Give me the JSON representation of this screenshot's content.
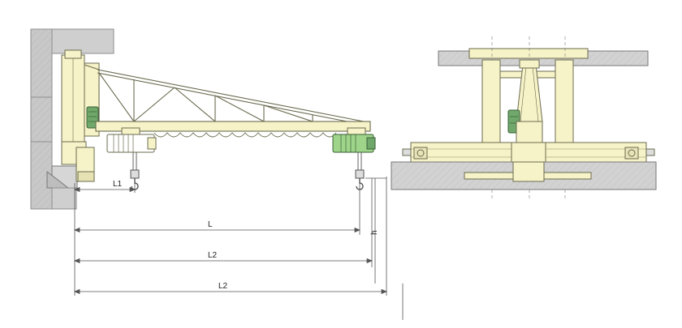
{
  "dimensions": {
    "L1": "L1",
    "L": "L",
    "L2_upper": "L2",
    "L2_lower": "L2",
    "h": "h"
  },
  "colors": {
    "structure": "#f7f3c8",
    "structure_stroke": "#6b6b50",
    "hoist_green": "#9fd58a",
    "motor_green": "#6fa86a",
    "wall_gray": "#c8c8c8",
    "wall_dark": "#8e8e8e",
    "line": "#555555"
  },
  "icons": {
    "electric_hoist": "electric-hoist-icon",
    "hook": "hook-icon",
    "motor": "motor-icon"
  }
}
